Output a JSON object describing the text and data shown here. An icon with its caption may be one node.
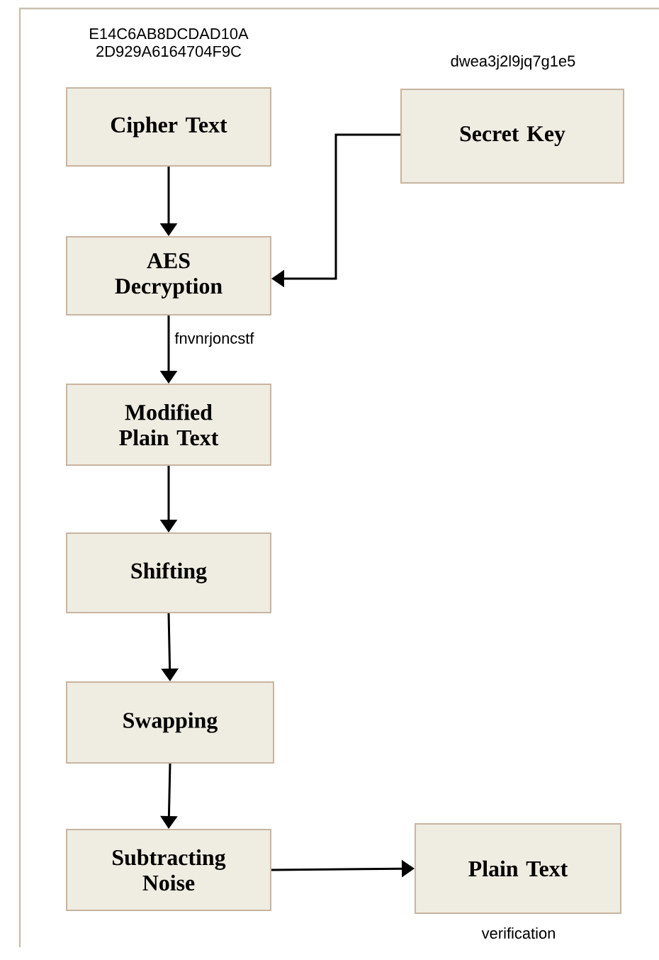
{
  "diagram": {
    "nodes": [
      {
        "text": [
          "Cipher Text"
        ],
        "beside": [
          "E14C6AB8DCDAD10A 2D929A6164704F9C"
        ]
      },
      {
        "text": [
          "Secret Key"
        ],
        "beside": [
          "dwea3j2l9jq7g1e5"
        ]
      },
      {
        "text": [
          "AES Decryption"
        ]
      },
      {
        "text": [
          "Modified Plain Text"
        ]
      },
      {
        "text": [
          "Shifting"
        ]
      },
      {
        "text": [
          "Swapping"
        ]
      },
      {
        "text": [
          "Subtracting Noise"
        ]
      },
      {
        "text": [
          "Plain Text"
        ],
        "beside": [
          "verification"
        ]
      }
    ],
    "edges": [
      {
        "from": 0,
        "to": 2,
        "arrow": "to"
      },
      {
        "from": 1,
        "to": 2,
        "arrow": "to"
      },
      {
        "from": 2,
        "to": 3,
        "arrow": "to",
        "label": "fnvnrjoncstf"
      },
      {
        "from": 3,
        "to": 4,
        "arrow": "to"
      },
      {
        "from": 4,
        "to": 5,
        "arrow": "to"
      },
      {
        "from": 5,
        "to": 6,
        "arrow": "to"
      },
      {
        "from": 6,
        "to": 7,
        "arrow": "to"
      }
    ]
  }
}
